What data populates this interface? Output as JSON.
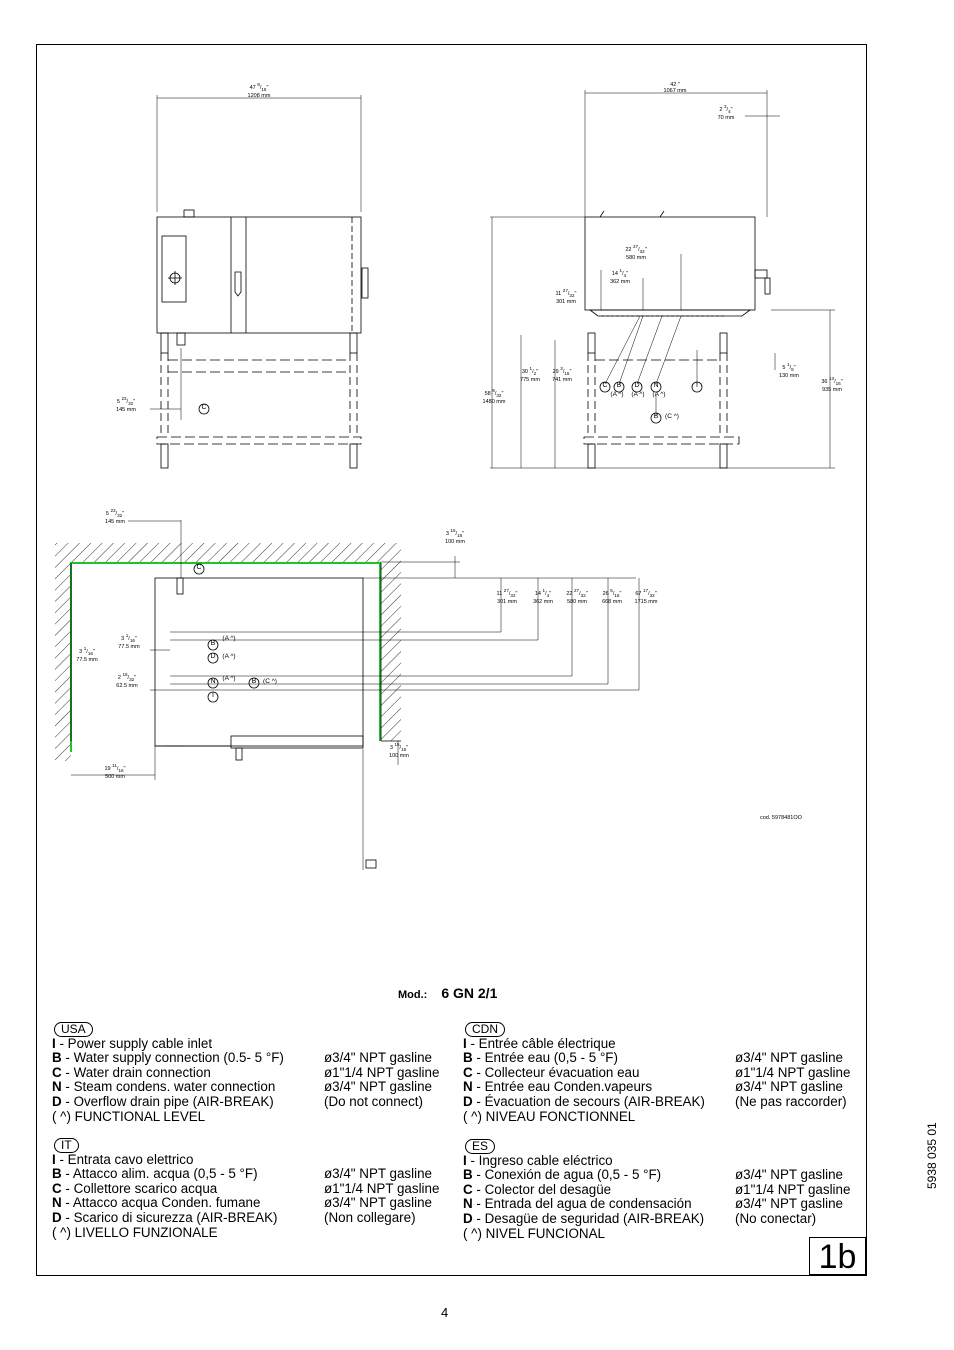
{
  "model": {
    "label": "Mod.:",
    "value": "6 GN 2/1"
  },
  "drawing_code": "cod. 5978481OO",
  "doc_code": "5938 035 01",
  "page_label": "1b",
  "page_number": "4",
  "front_view": {
    "width_in": "47",
    "width_frac_num": "9",
    "width_frac_den": "16",
    "width_in_mark": "\"",
    "width_mm": "1208 mm",
    "side_in": "5",
    "side_frac_num": "23",
    "side_frac_den": "32",
    "side_in_mark": "\"",
    "side_mm": "145 mm",
    "label_c": "C"
  },
  "side_view": {
    "depth_in": "42 \"",
    "depth_mm": "1067 mm",
    "rear_in": "2",
    "rear_frac_num": "3",
    "rear_frac_den": "4",
    "rear_in_mark": "\"",
    "rear_mm": "70 mm",
    "d580_in": "22",
    "d580_num": "27",
    "d580_den": "32",
    "d580_mark": "\"",
    "d580_mm": "580 mm",
    "d362_in": "14",
    "d362_num": "1",
    "d362_den": "4",
    "d362_mark": "\"",
    "d362_mm": "362 mm",
    "d301_in": "11",
    "d301_num": "27",
    "d301_den": "32",
    "d301_mark": "\"",
    "d301_mm": "301 mm",
    "h775_in": "30",
    "h775_num": "1",
    "h775_den": "2",
    "h775_mark": "\"",
    "h775_mm": "775 mm",
    "h741_in": "29",
    "h741_num": "3",
    "h741_den": "16",
    "h741_mark": "\"",
    "h741_mm": "741 mm",
    "h1480_in": "58",
    "h1480_num": "9",
    "h1480_den": "32",
    "h1480_mark": "\"",
    "h1480_mm": "1480 mm",
    "h130_in": "5",
    "h130_num": "1",
    "h130_den": "8",
    "h130_mark": "\"",
    "h130_mm": "130 mm",
    "h935_in": "36",
    "h935_num": "13",
    "h935_den": "16",
    "h935_mark": "\"",
    "h935_mm": "935 mm",
    "conn_c": "C",
    "conn_b": "B",
    "conn_d": "D",
    "conn_n": "N",
    "conn_i": "I",
    "level_a": "(A ^)",
    "level_c": "(C ^)"
  },
  "plan_view": {
    "top_in": "5",
    "top_num": "23",
    "top_den": "32",
    "top_mark": "\"",
    "top_mm": "145 mm",
    "clear_in": "3",
    "clear_num": "15",
    "clear_den": "16",
    "clear_mark": "\"",
    "clear_mm": "100 mm",
    "clear2_in": "3",
    "clear2_num": "15",
    "clear2_den": "16",
    "clear2_mark": "\"",
    "clear2_mm": "100 mm",
    "left_in": "19",
    "left_num": "11",
    "left_den": "16",
    "left_mark": "\"",
    "left_mm": "500 mm",
    "g775_in": "3",
    "g775_num": "1",
    "g775_den": "16",
    "g775_mark": "\"",
    "g775_mm": "77.5 mm",
    "g775b_in": "3",
    "g775b_num": "1",
    "g775b_den": "16",
    "g775b_mark": "\"",
    "g775b_mm": "77.5 mm",
    "g625_in": "2",
    "g625_num": "15",
    "g625_den": "32",
    "g625_mark": "\"",
    "g625_mm": "62.5 mm",
    "r301_in": "11",
    "r301_num": "27",
    "r301_den": "32",
    "r301_mark": "\"",
    "r301_mm": "301 mm",
    "r362_in": "14",
    "r362_num": "1",
    "r362_den": "4",
    "r362_mark": "\"",
    "r362_mm": "362 mm",
    "r580_in": "22",
    "r580_num": "27",
    "r580_den": "32",
    "r580_mark": "\"",
    "r580_mm": "580 mm",
    "r668_in": "26",
    "r668_num": "5",
    "r668_den": "16",
    "r668_mark": "\"",
    "r668_mm": "668 mm",
    "r1715_in": "67",
    "r1715_num": "17",
    "r1715_den": "32",
    "r1715_mark": "\"",
    "r1715_mm": "1715 mm",
    "conn_c": "C",
    "conn_b": "B",
    "conn_d": "D",
    "conn_n": "N",
    "conn_b2": "B",
    "conn_i": "I",
    "level_a1": "(A ^)",
    "level_a2": "(A ^)",
    "level_a3": "(A ^)",
    "level_c": "(C ^)"
  },
  "legend_usa": {
    "tag": "USA",
    "rows": [
      {
        "key": "I",
        "text": " - Power supply cable inlet",
        "value": ""
      },
      {
        "key": "B",
        "text": " - Water supply connection (0.5- 5 °F)",
        "value": "ø3/4\"  NPT gasline"
      },
      {
        "key": "C",
        "text": " - Water drain connection",
        "value": "ø1\"1/4 NPT gasline"
      },
      {
        "key": "N",
        "text": " - Steam condens. water connection",
        "value": "ø3/4\"  NPT gasline"
      },
      {
        "key": "D",
        "text": " - Overflow drain pipe (AIR-BREAK)",
        "value": "(Do not connect)"
      },
      {
        "key": "( ^)",
        "text": "   FUNCTIONAL LEVEL",
        "value": ""
      }
    ]
  },
  "legend_it": {
    "tag": "IT",
    "rows": [
      {
        "key": "I",
        "text": "  - Entrata cavo elettrico",
        "value": ""
      },
      {
        "key": "B",
        "text": " - Attacco alim. acqua (0,5 - 5 °F)",
        "value": "ø3/4\"  NPT gasline"
      },
      {
        "key": "C",
        "text": " - Collettore scarico acqua",
        "value": "ø1\"1/4 NPT gasline"
      },
      {
        "key": "N",
        "text": " - Attacco acqua Conden.  fumane",
        "value": "ø3/4\"  NPT gasline"
      },
      {
        "key": "D",
        "text": " - Scarico di sicurezza (AIR-BREAK)",
        "value": "(Non  collegare)"
      },
      {
        "key": "( ^)",
        "text": "   LIVELLO FUNZIONALE",
        "value": ""
      }
    ]
  },
  "legend_cdn": {
    "tag": "CDN",
    "rows": [
      {
        "key": "I",
        "text": " - Entrée câble électrique",
        "value": ""
      },
      {
        "key": "B",
        "text": " - Entrée eau (0,5 - 5 °F)",
        "value": "ø3/4\"  NPT gasline"
      },
      {
        "key": "C",
        "text": " - Collecteur évacuation eau",
        "value": "ø1\"1/4 NPT gasline"
      },
      {
        "key": "N",
        "text": " - Entrée eau Conden.vapeurs",
        "value": "ø3/4\"  NPT gasline"
      },
      {
        "key": "D",
        "text": " - Évacuation de secours (AIR-BREAK)",
        "value": "(Ne pas raccorder)"
      },
      {
        "key": "( ^)",
        "text": "   NIVEAU FONCTIONNEL",
        "value": ""
      }
    ]
  },
  "legend_es": {
    "tag": "ES",
    "rows": [
      {
        "key": "I",
        "text": " - Ingreso cable eléctrico",
        "value": ""
      },
      {
        "key": "B",
        "text": " - Conexión de agua (0,5 - 5 °F)",
        "value": "ø3/4\"  NPT gasline"
      },
      {
        "key": "C",
        "text": " - Colector del desagüe",
        "value": "ø1\"1/4 NPT gasline"
      },
      {
        "key": "N",
        "text": " - Entrada del agua de condensación",
        "value": "ø3/4\"  NPT gasline"
      },
      {
        "key": "D",
        "text": " - Desagüe de seguridad (AIR-BREAK)",
        "value": "(No conectar)"
      },
      {
        "key": "( ^)",
        "text": "   NIVEL FUNCIONAL",
        "value": ""
      }
    ]
  },
  "colors": {
    "wall_outline": "#22c22a",
    "line": "#000000"
  }
}
